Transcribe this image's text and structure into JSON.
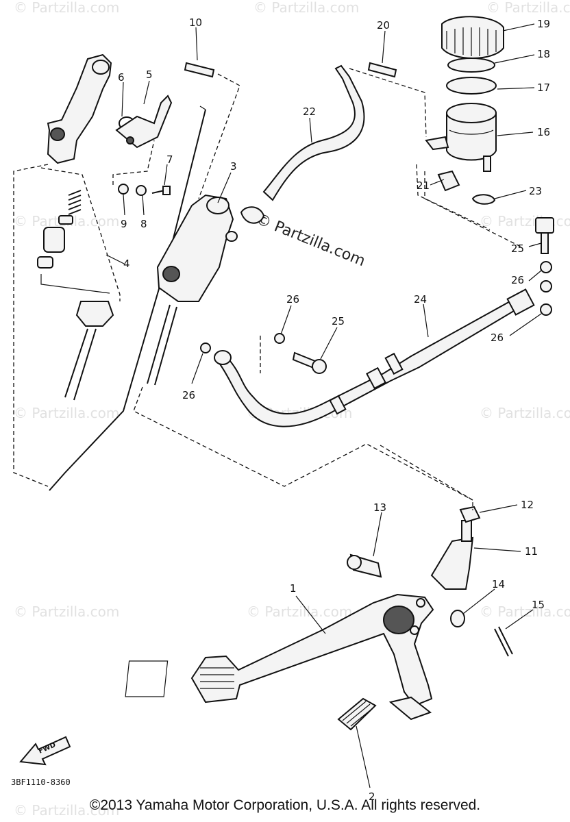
{
  "diagram": {
    "callouts": {
      "c1": "1",
      "c2": "2",
      "c3": "3",
      "c4": "4",
      "c5": "5",
      "c6": "6",
      "c7": "7",
      "c8": "8",
      "c9": "9",
      "c10": "10",
      "c11": "11",
      "c12": "12",
      "c13": "13",
      "c14": "14",
      "c15": "15",
      "c16": "16",
      "c17": "17",
      "c18": "18",
      "c19": "19",
      "c20": "20",
      "c21": "21",
      "c22": "22",
      "c23": "23",
      "c24": "24",
      "c25a": "25",
      "c25b": "25",
      "c26a": "26",
      "c26b": "26",
      "c26c": "26",
      "c26d": "26"
    },
    "fwd_label": "FWD",
    "reference_code": "3BF1110-8360",
    "watermark_main": "© Partzilla.com",
    "watermark_repeat": "© Partzilla.com"
  },
  "footer": {
    "copyright": "©2013 Yamaha Motor Corporation, U.S.A. All rights reserved."
  }
}
